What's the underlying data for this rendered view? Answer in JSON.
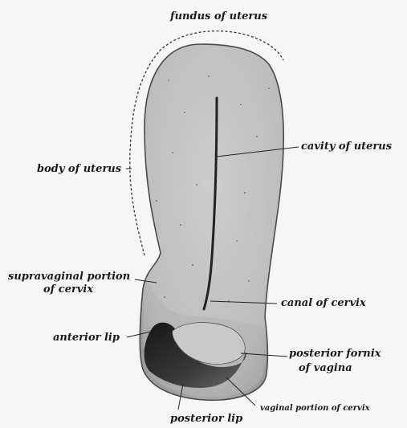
{
  "labels": {
    "fundus": "fundus of uterus",
    "body": "body of uterus",
    "cavity": "cavity of uterus",
    "supravaginal_line1": "supravaginal portion",
    "supravaginal_line2": "of cervix",
    "canal": "canal of cervix",
    "anterior_lip": "anterior lip",
    "posterior_fornix_line1": "posterior fornix",
    "posterior_fornix_line2": "of vagina",
    "vaginal_portion": "vaginal portion of cervix",
    "posterior_lip": "posterior lip"
  },
  "colors": {
    "tissue": "#c6c6c6",
    "tissue_edge": "#4a4a4a",
    "dark_lip": "#2a2a2a",
    "background": "#f4f4f4"
  }
}
